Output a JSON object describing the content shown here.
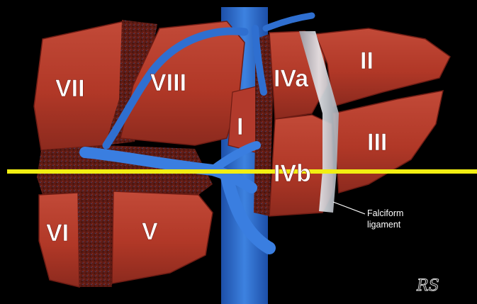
{
  "segments": {
    "ii": "II",
    "iii": "III",
    "iva": "IVa",
    "ivb": "IVb",
    "i": "I",
    "v": "V",
    "vi": "VI",
    "vii": "VII",
    "viii": "VIII"
  },
  "annotations": {
    "falciform_line1": "Falciform",
    "falciform_line2": "ligament"
  },
  "signature": "RS",
  "colors": {
    "background": "#000000",
    "liver": "#b23a2c",
    "liver_dark": "#7e2218",
    "cut_surface": "#5a1a14",
    "vessel": "#2f6fd0",
    "ligament": "#c9ccd2",
    "scan_line": "#f2ee12"
  }
}
